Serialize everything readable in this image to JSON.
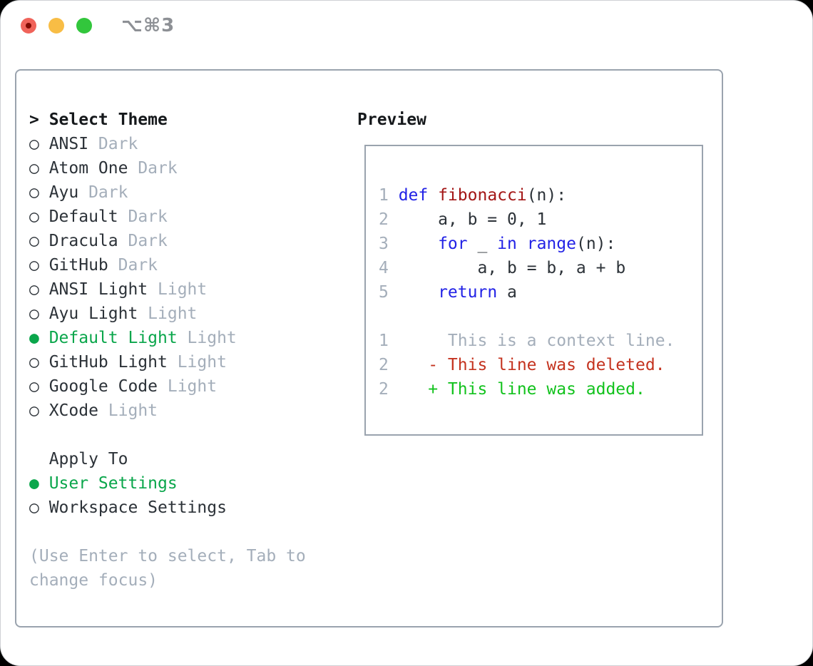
{
  "titlebar": {
    "shortcut": "⌥⌘3"
  },
  "glyphs": {
    "cursor": ">",
    "radio_on": "●",
    "radio_off": "○"
  },
  "theme_panel": {
    "title": "Select Theme",
    "items": [
      {
        "name": "ANSI",
        "tag": "Dark",
        "selected": false
      },
      {
        "name": "Atom One",
        "tag": "Dark",
        "selected": false
      },
      {
        "name": "Ayu",
        "tag": "Dark",
        "selected": false
      },
      {
        "name": "Default",
        "tag": "Dark",
        "selected": false
      },
      {
        "name": "Dracula",
        "tag": "Dark",
        "selected": false
      },
      {
        "name": "GitHub",
        "tag": "Dark",
        "selected": false
      },
      {
        "name": "ANSI Light",
        "tag": "Light",
        "selected": false
      },
      {
        "name": "Ayu Light",
        "tag": "Light",
        "selected": false
      },
      {
        "name": "Default Light",
        "tag": "Light",
        "selected": true
      },
      {
        "name": "GitHub Light",
        "tag": "Light",
        "selected": false
      },
      {
        "name": "Google Code",
        "tag": "Light",
        "selected": false
      },
      {
        "name": "XCode",
        "tag": "Light",
        "selected": false
      }
    ]
  },
  "apply_panel": {
    "title": "Apply To",
    "options": [
      {
        "label": "User Settings",
        "selected": true
      },
      {
        "label": "Workspace Settings",
        "selected": false
      }
    ]
  },
  "help_text": "(Use Enter to select, Tab to change focus)",
  "preview": {
    "title": "Preview",
    "code_lines": [
      {
        "num": "1",
        "segments": [
          {
            "t": "def ",
            "c": "kw"
          },
          {
            "t": "fibonacci",
            "c": "fn"
          },
          {
            "t": "(n):",
            "c": "df"
          }
        ]
      },
      {
        "num": "2",
        "segments": [
          {
            "t": "    a, b = 0, 1",
            "c": "df"
          }
        ]
      },
      {
        "num": "3",
        "segments": [
          {
            "t": "    ",
            "c": "df"
          },
          {
            "t": "for",
            "c": "kw"
          },
          {
            "t": " _ ",
            "c": "df"
          },
          {
            "t": "in",
            "c": "kw"
          },
          {
            "t": " ",
            "c": "df"
          },
          {
            "t": "range",
            "c": "kw"
          },
          {
            "t": "(n):",
            "c": "df"
          }
        ]
      },
      {
        "num": "4",
        "segments": [
          {
            "t": "        a, b = b, a + b",
            "c": "df"
          }
        ]
      },
      {
        "num": "5",
        "segments": [
          {
            "t": "    ",
            "c": "df"
          },
          {
            "t": "return",
            "c": "kw"
          },
          {
            "t": " a",
            "c": "df"
          }
        ]
      }
    ],
    "diff_lines": [
      {
        "num": "1",
        "marker": " ",
        "text": "This is a context line.",
        "kind": "context"
      },
      {
        "num": "2",
        "marker": "-",
        "text": "This line was deleted.",
        "kind": "deleted"
      },
      {
        "num": "2",
        "marker": "+",
        "text": "This line was added.",
        "kind": "added"
      }
    ]
  },
  "colors": {
    "text": "#2c3238",
    "heading": "#15181b",
    "muted": "#a4aeba",
    "green": "#0aa64b",
    "added": "#12c21d",
    "deleted": "#c4331f",
    "keyword": "#2222e6",
    "function": "#a31515",
    "border": "#9aa3ae",
    "light-red": "#f0635a",
    "light-red-dot": "#820a02",
    "light-yellow": "#f8bd45",
    "light-green": "#32c63c",
    "shortcut": "#8d9095"
  }
}
